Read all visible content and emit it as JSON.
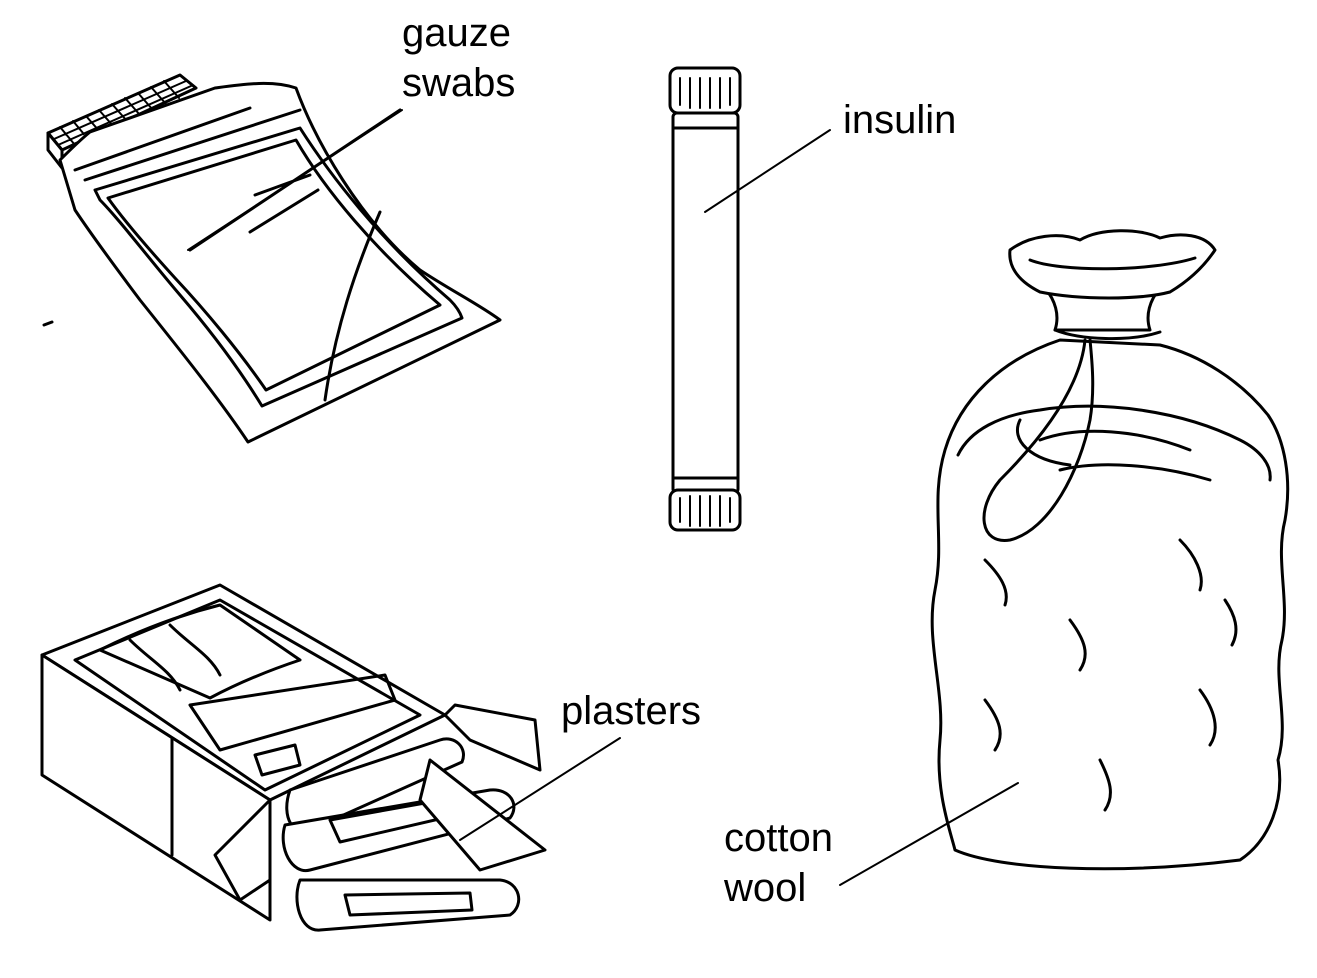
{
  "labels": {
    "gauze_swabs": [
      "gauze",
      "swabs"
    ],
    "insulin": "insulin",
    "plasters": "plasters",
    "cotton_wool": [
      "cotton",
      "wool"
    ]
  },
  "colors": {
    "ink": "#000000",
    "paper": "#ffffff"
  }
}
